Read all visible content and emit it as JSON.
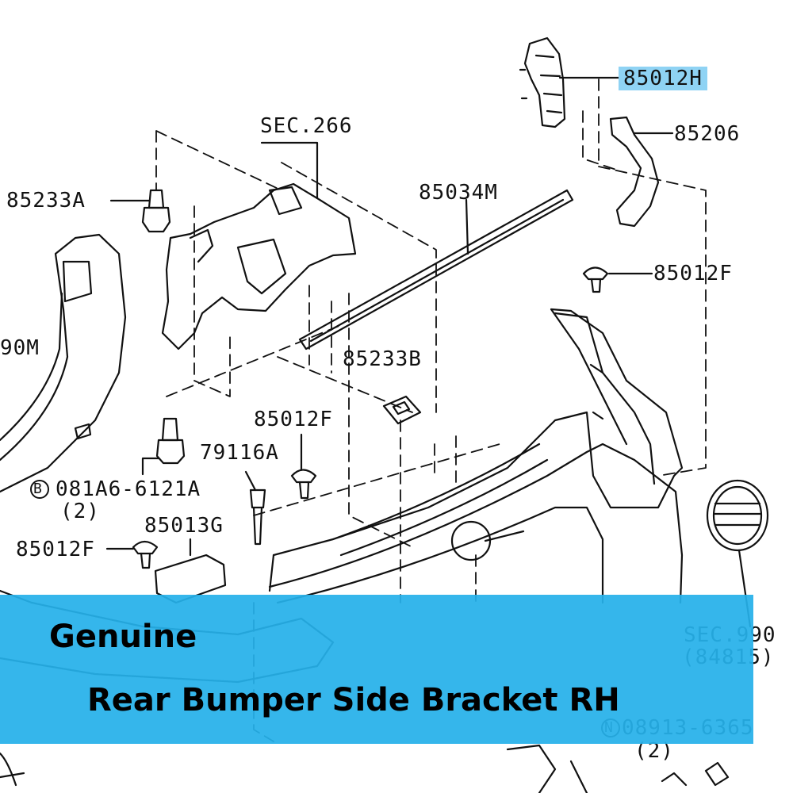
{
  "diagram": {
    "part_labels": {
      "p85012H": "85012H",
      "p85206": "85206",
      "sec266": "SEC.266",
      "p85233A": "85233A",
      "p85034M": "85034M",
      "p85012F_a": "85012F",
      "p90M": "90M",
      "p85233B": "85233B",
      "p85012F_b": "85012F",
      "p79116A": "79116A",
      "p081A6": "081A6-6121A",
      "qty2_a": "(2)",
      "p85013G": "85013G",
      "p85012F_c": "85012F",
      "sec990": "SEC.990",
      "p84815": "(84815)",
      "p08913": "08913-6365",
      "qty2_b": "(2)"
    },
    "circled_prefixes": {
      "bolt": "B",
      "nut": "N"
    },
    "highlight_color": "#8fd3f4"
  },
  "banner": {
    "line1": "Genuine",
    "line2": "Rear Bumper Side Bracket RH",
    "background": "#26b0ea"
  }
}
